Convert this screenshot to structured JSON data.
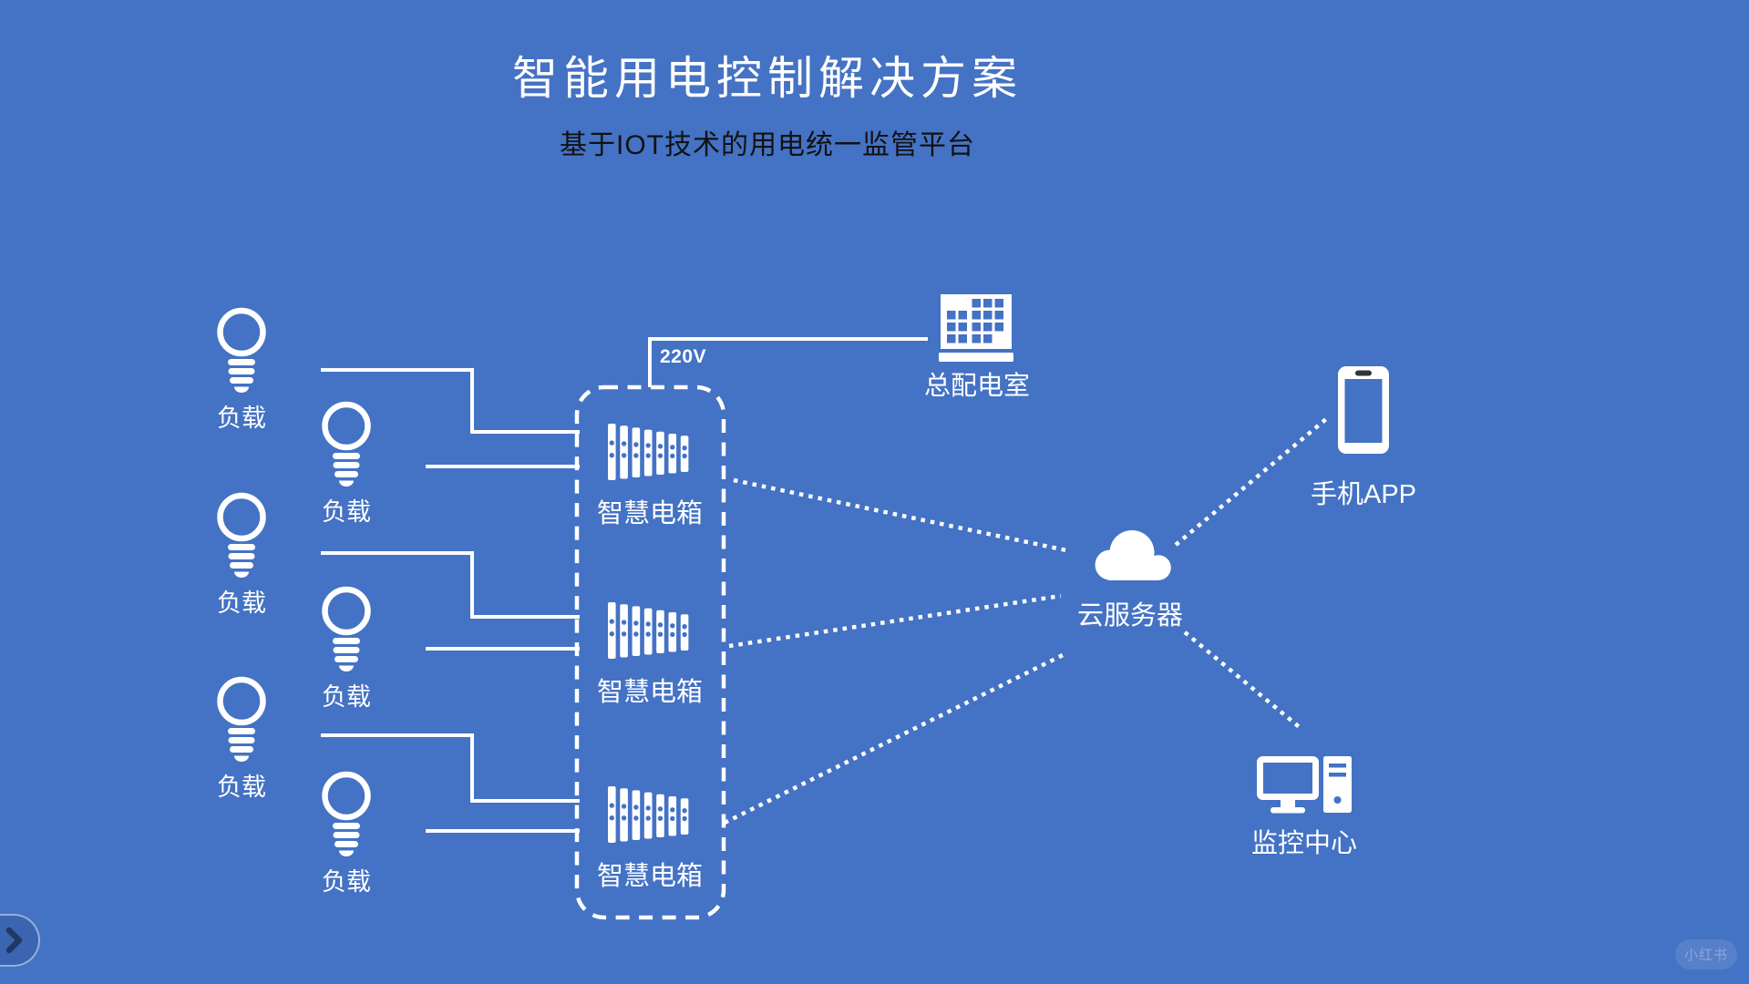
{
  "slide": {
    "title": "智能用电控制解决方案",
    "subtitle": "基于IOT技术的用电统一监管平台"
  },
  "annotations": {
    "voltage": "220V"
  },
  "nodes": {
    "loads": [
      {
        "label": "负载"
      },
      {
        "label": "负载"
      },
      {
        "label": "负载"
      },
      {
        "label": "负载"
      },
      {
        "label": "负载"
      },
      {
        "label": "负载"
      }
    ],
    "smart_boxes": [
      {
        "label": "智慧电箱"
      },
      {
        "label": "智慧电箱"
      },
      {
        "label": "智慧电箱"
      }
    ],
    "distribution_room": {
      "label": "总配电室"
    },
    "cloud_server": {
      "label": "云服务器"
    },
    "mobile_app": {
      "label": "手机APP"
    },
    "monitoring_center": {
      "label": "监控中心"
    }
  },
  "icons": {
    "load": "light-bulb-icon",
    "smart_box": "breaker-panel-icon",
    "distribution_room": "building-icon",
    "cloud_server": "cloud-icon",
    "mobile_app": "smartphone-icon",
    "monitoring_center": "desktop-computer-icon",
    "nav": "chevron-right-icon"
  },
  "colors": {
    "background": "#4472c4",
    "line": "#ffffff",
    "subtitle_text": "#121212",
    "chevron": "#1f3864"
  },
  "watermark": {
    "text": "小红书"
  }
}
